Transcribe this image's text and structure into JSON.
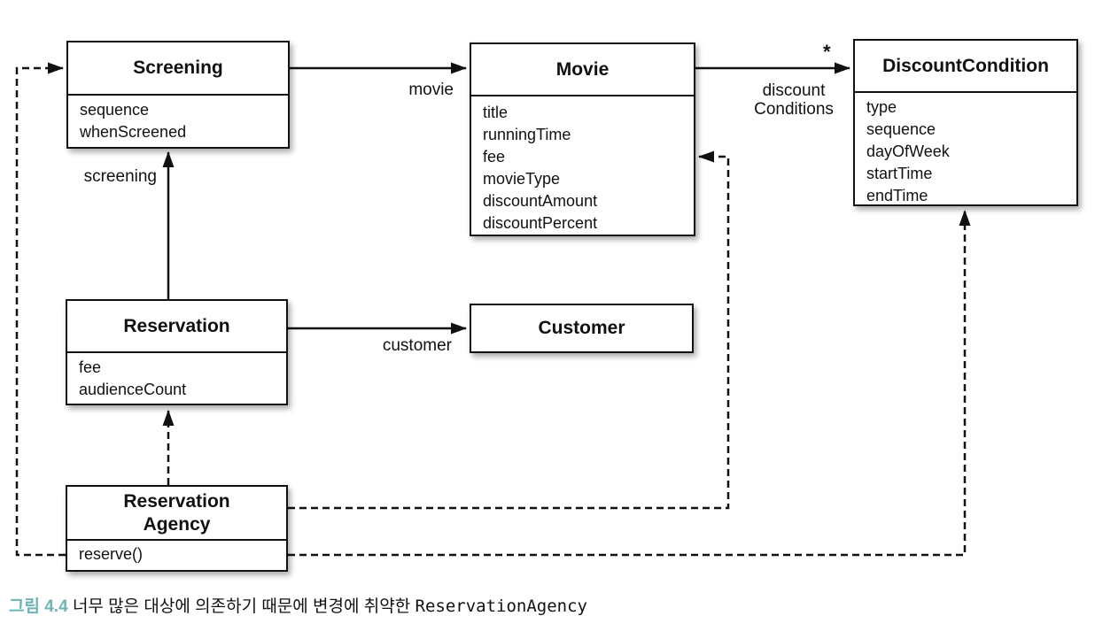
{
  "diagram": {
    "classes": {
      "screening": {
        "name": "Screening",
        "attributes": [
          "sequence",
          "whenScreened"
        ]
      },
      "movie": {
        "name": "Movie",
        "attributes": [
          "title",
          "runningTime",
          "fee",
          "movieType",
          "discountAmount",
          "discountPercent"
        ]
      },
      "discount_condition": {
        "name": "DiscountCondition",
        "attributes": [
          "type",
          "sequence",
          "dayOfWeek",
          "startTime",
          "endTime"
        ]
      },
      "reservation": {
        "name": "Reservation",
        "attributes": [
          "fee",
          "audienceCount"
        ]
      },
      "customer": {
        "name": "Customer"
      },
      "reservation_agency": {
        "name_line1": "Reservation",
        "name_line2": "Agency",
        "methods": [
          "reserve()"
        ]
      }
    },
    "edge_labels": {
      "movie": "movie",
      "customer": "customer",
      "screening": "screening",
      "discount_line1": "discount",
      "discount_line2": "Conditions",
      "multiplicity_star": "*"
    }
  },
  "caption": {
    "figure_label": "그림 4.4",
    "text": "너무 많은 대상에 의존하기 때문에 변경에 취약한",
    "code": "ReservationAgency"
  },
  "colors": {
    "line": "#111111",
    "box_fill": "#ffffff",
    "caption_accent": "#6cb4b6"
  }
}
